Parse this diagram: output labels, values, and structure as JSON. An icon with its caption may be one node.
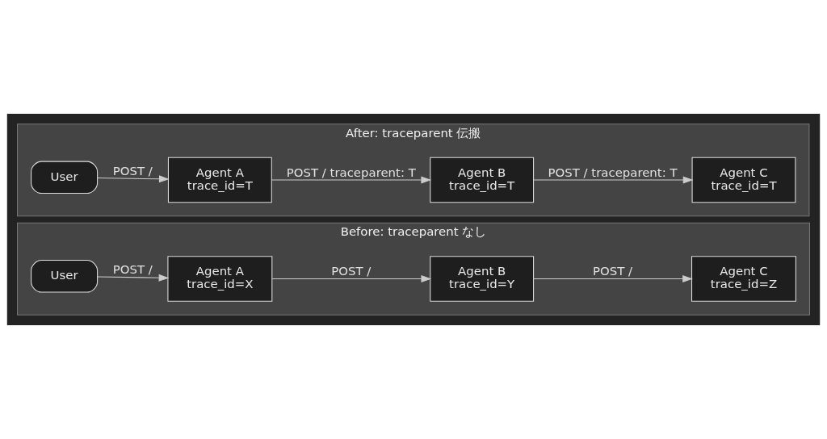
{
  "diagram": {
    "nodes": [
      {
        "text": [
          "Before: traceparent なし"
        ]
      },
      {
        "text": [
          "User"
        ],
        "in": 0
      },
      {
        "text": [
          "Agent A",
          "trace_id=X"
        ],
        "in": 0
      },
      {
        "text": [
          "Agent B",
          "trace_id=Y"
        ],
        "in": 0
      },
      {
        "text": [
          "Agent C",
          "trace_id=Z"
        ],
        "in": 0
      },
      {
        "text": [
          "After: traceparent 伝搬"
        ]
      },
      {
        "text": [
          "User"
        ],
        "in": 5
      },
      {
        "text": [
          "Agent A",
          "trace_id=T"
        ],
        "in": 5
      },
      {
        "text": [
          "Agent B",
          "trace_id=T"
        ],
        "in": 5
      },
      {
        "text": [
          "Agent C",
          "trace_id=T"
        ],
        "in": 5
      }
    ],
    "edges": [
      {
        "from": 1,
        "to": 2,
        "arrow": "to",
        "label": "POST /"
      },
      {
        "from": 2,
        "to": 3,
        "arrow": "to",
        "label": "POST /"
      },
      {
        "from": 3,
        "to": 4,
        "arrow": "to",
        "label": "POST /"
      },
      {
        "from": 6,
        "to": 7,
        "arrow": "to",
        "label": "POST /"
      },
      {
        "from": 7,
        "to": 8,
        "arrow": "to",
        "label": "POST / traceparent: T"
      },
      {
        "from": 8,
        "to": 9,
        "arrow": "to",
        "label": "POST / traceparent: T"
      }
    ]
  }
}
